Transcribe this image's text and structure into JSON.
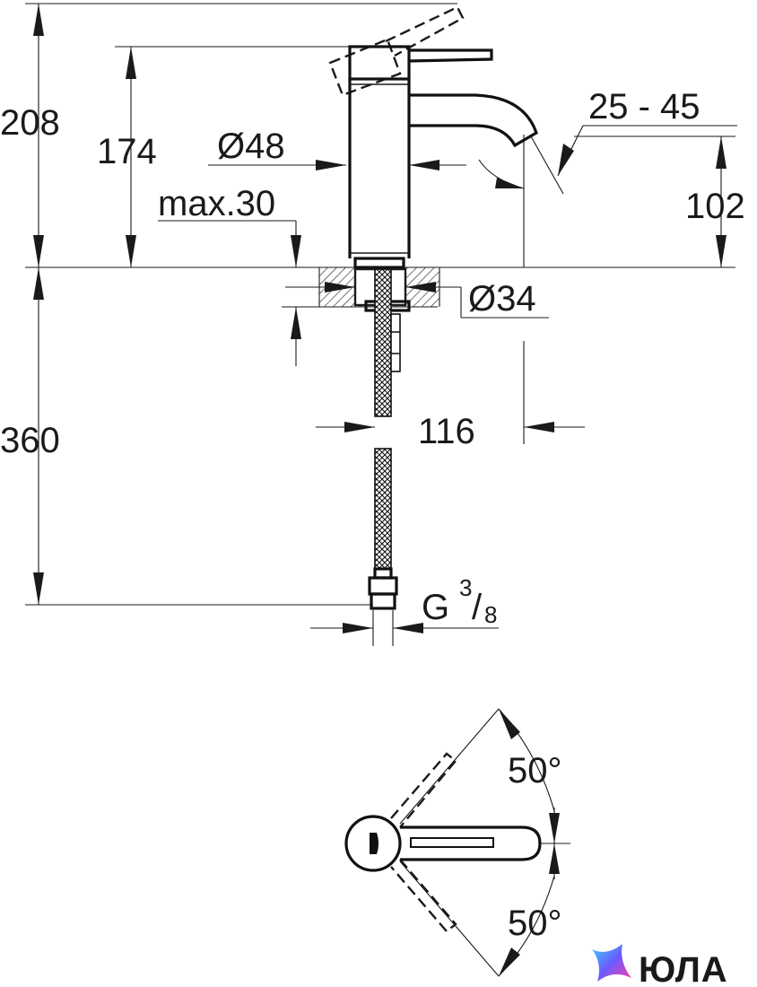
{
  "dimensions": {
    "total_height": "208",
    "spout_height": "174",
    "body_diameter": "Ø48",
    "deck_thickness": "max.30",
    "tilt_range": "25 - 45",
    "aerator_height": "102",
    "hole_diameter": "Ø34",
    "hose_length": "360",
    "spout_reach": "116",
    "connection_thread_g": "G",
    "connection_thread_num": "3",
    "connection_thread_den": "8",
    "lever_angle_top": "50°",
    "lever_angle_bottom": "50°"
  },
  "logo": {
    "text": "ЮЛА",
    "colors": [
      "#3fd0ff",
      "#6a5cff",
      "#ff3fa6"
    ]
  }
}
